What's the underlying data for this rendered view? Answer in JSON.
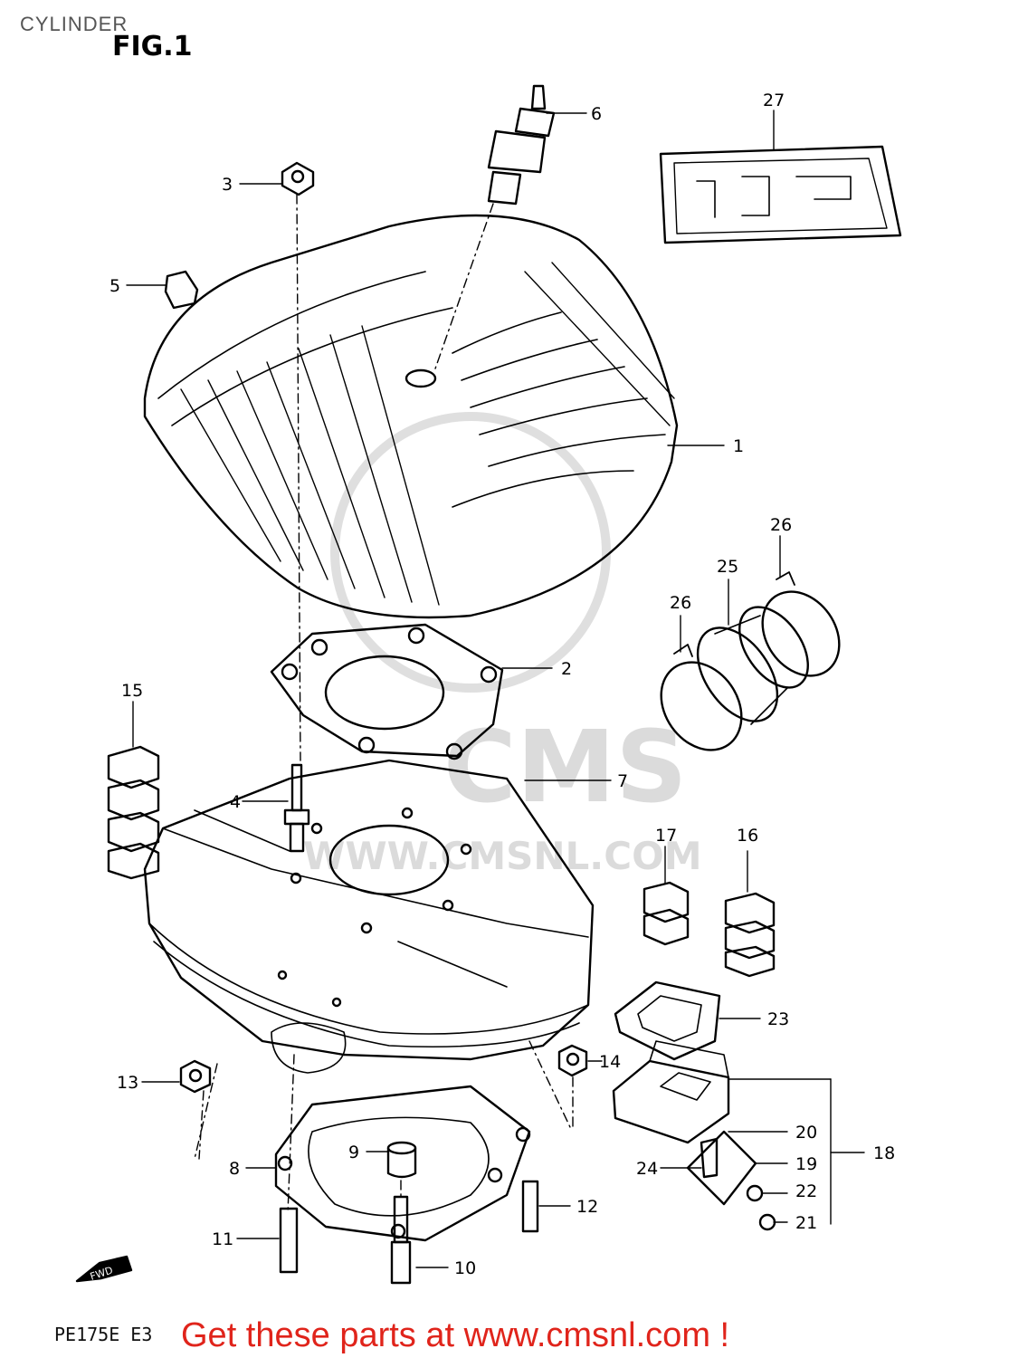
{
  "header": {
    "title": "CYLINDER",
    "figure": "FIG.1"
  },
  "watermark": {
    "brand": "CMS",
    "url": "WWW.CMSNL.COM"
  },
  "fwd_label": "FWD",
  "footer": {
    "model_code": "PE175E E3",
    "link_text": "Get these parts at www.cmsnl.com !",
    "link_color": "#e0241b"
  },
  "callouts": [
    {
      "id": "1",
      "label": "1"
    },
    {
      "id": "2",
      "label": "2"
    },
    {
      "id": "3",
      "label": "3"
    },
    {
      "id": "4",
      "label": "4"
    },
    {
      "id": "5",
      "label": "5"
    },
    {
      "id": "6",
      "label": "6"
    },
    {
      "id": "7",
      "label": "7"
    },
    {
      "id": "8",
      "label": "8"
    },
    {
      "id": "9",
      "label": "9"
    },
    {
      "id": "10",
      "label": "10"
    },
    {
      "id": "11",
      "label": "11"
    },
    {
      "id": "12",
      "label": "12"
    },
    {
      "id": "13",
      "label": "13"
    },
    {
      "id": "14",
      "label": "14"
    },
    {
      "id": "15",
      "label": "15"
    },
    {
      "id": "16",
      "label": "16"
    },
    {
      "id": "17",
      "label": "17"
    },
    {
      "id": "18",
      "label": "18"
    },
    {
      "id": "19",
      "label": "19"
    },
    {
      "id": "20",
      "label": "20"
    },
    {
      "id": "21",
      "label": "21"
    },
    {
      "id": "22",
      "label": "22"
    },
    {
      "id": "23",
      "label": "23"
    },
    {
      "id": "24",
      "label": "24"
    },
    {
      "id": "25",
      "label": "25"
    },
    {
      "id": "26a",
      "label": "26"
    },
    {
      "id": "26b",
      "label": "26"
    },
    {
      "id": "27",
      "label": "27"
    }
  ]
}
